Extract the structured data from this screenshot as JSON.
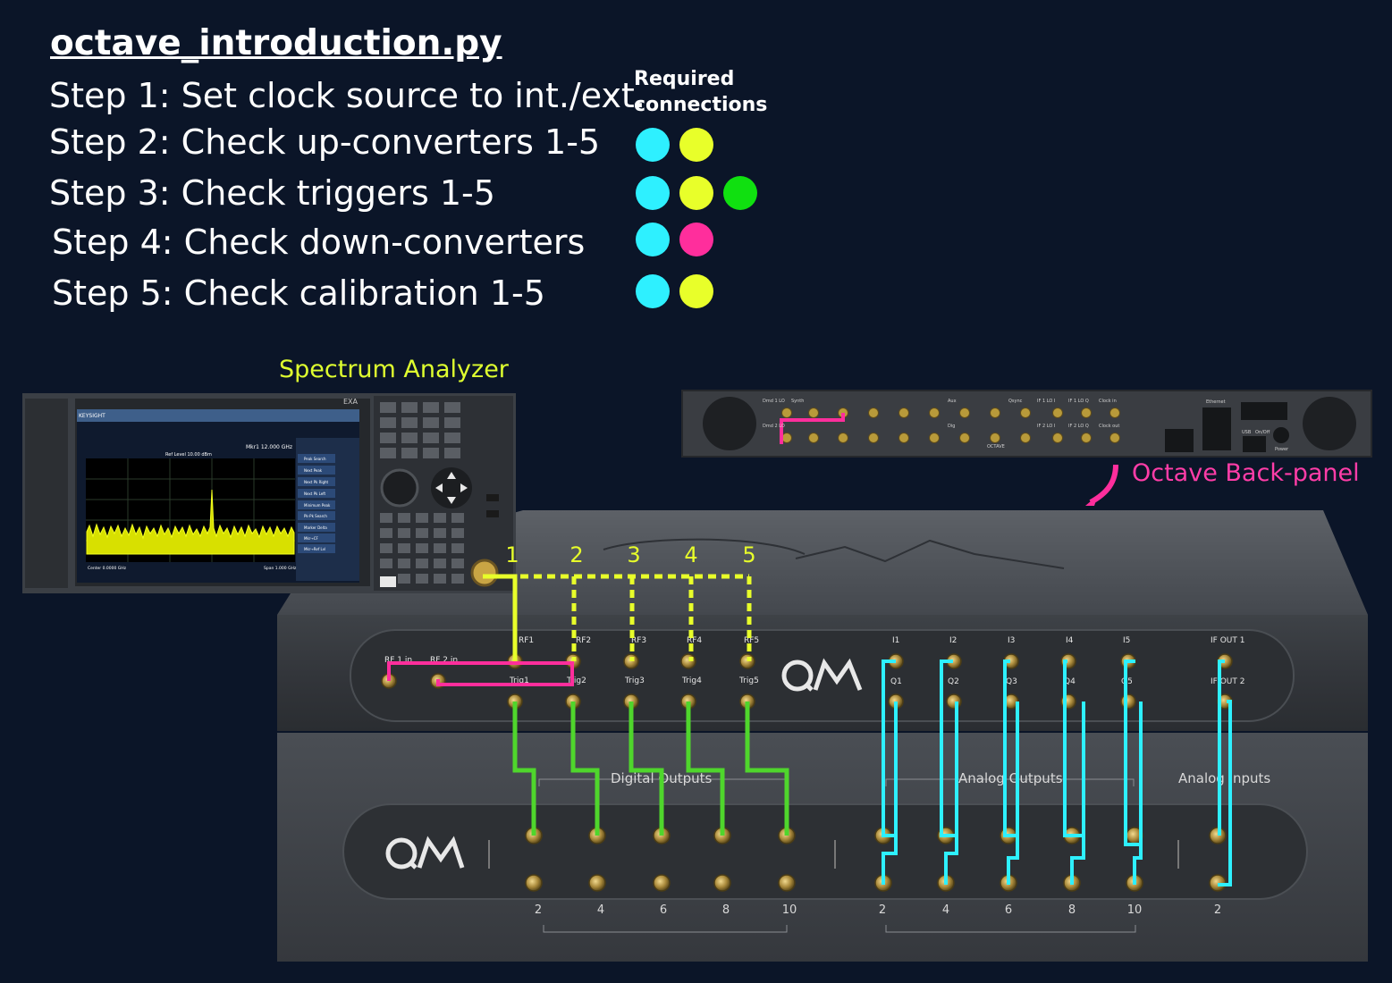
{
  "header": {
    "title": "octave_introduction.py",
    "required_connections": [
      "Required",
      "connections"
    ]
  },
  "steps": [
    {
      "label": "Step 1: Set clock source to int./ext.",
      "dots": []
    },
    {
      "label": "Step 2: Check up-converters 1-5",
      "dots": [
        "#2ef0ff",
        "#e8ff2a"
      ]
    },
    {
      "label": "Step 3: Check triggers 1-5",
      "dots": [
        "#2ef0ff",
        "#e8ff2a",
        "#10e010"
      ]
    },
    {
      "label": "Step 4: Check down-converters",
      "dots": [
        "#2ef0ff",
        "#ff2e9c"
      ]
    },
    {
      "label": "Step 5: Check calibration 1-5",
      "dots": [
        "#2ef0ff",
        "#e8ff2a"
      ]
    }
  ],
  "colors": {
    "background": "#0b1528",
    "cyan": "#2ef0ff",
    "yellow": "#e8ff2a",
    "green": "#4fd62c",
    "magenta": "#ff2e9c"
  },
  "labels": {
    "spectrum_analyzer": "Spectrum Analyzer",
    "octave_back_panel": "Octave Back-panel"
  },
  "octave_front": {
    "rf_inputs": [
      "RF 1 in",
      "RF 2 in"
    ],
    "rf_outputs": [
      "RF1",
      "RF2",
      "RF3",
      "RF4",
      "RF5"
    ],
    "triggers": [
      "Trig1",
      "Trig2",
      "Trig3",
      "Trig4",
      "Trig5"
    ],
    "i_ports": [
      "I1",
      "I2",
      "I3",
      "I4",
      "I5"
    ],
    "q_ports": [
      "Q1",
      "Q2",
      "Q3",
      "Q4",
      "Q5"
    ],
    "if_ports": [
      "IF OUT 1",
      "IF OUT 2"
    ],
    "channel_numbers": [
      "1",
      "2",
      "3",
      "4",
      "5"
    ]
  },
  "opx": {
    "sections": [
      "Digital Outputs",
      "Analog Outputs",
      "Analog Inputs"
    ],
    "digital_numbers": [
      "2",
      "4",
      "6",
      "8",
      "10"
    ],
    "analog_numbers": [
      "2",
      "4",
      "6",
      "8",
      "10"
    ],
    "input_numbers": [
      "2"
    ]
  },
  "back_panel": {
    "labels": [
      "Dmd 1 LO",
      "Synth",
      "Aux",
      "Qsync",
      "IF 1 LO I",
      "IF 1 LO Q",
      "Clock in",
      "Dmd 2 LO",
      "Dig",
      "IF 2 LO I",
      "IF 2 LO Q",
      "Clock out",
      "Ethernet",
      "USB",
      "On/Off",
      "Power"
    ],
    "brand": "OCTAVE"
  },
  "spectrum_analyzer_screen": {
    "brand": "KEYSIGHT",
    "model": "EXA",
    "ref_level": "Ref Level 10.00 dBm",
    "marker": "Mkr1 12.000 GHz",
    "center": "Center 0.0000 GHz",
    "span": "Span 1.000 GHz",
    "menu": [
      "Peak Search",
      "Next Peak",
      "Next Pk Right",
      "Next Pk Left",
      "Minimum Peak",
      "Pk-Pk Search",
      "Marker Delta",
      "Mkr→CF",
      "Mkr→Ref Lvl"
    ]
  }
}
